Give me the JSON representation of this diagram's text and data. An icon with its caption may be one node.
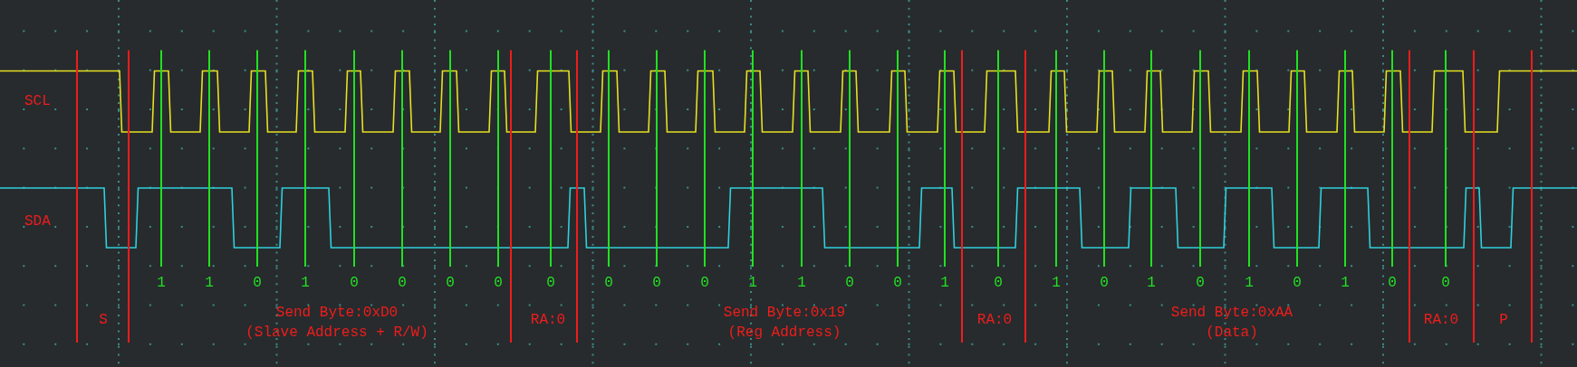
{
  "diagram": {
    "labels": [
      "SCL",
      "SDA",
      "1",
      "1",
      "0",
      "1",
      "0",
      "0",
      "0",
      "0",
      "0",
      "0",
      "0",
      "0",
      "1",
      "1",
      "0",
      "0",
      "1",
      "0",
      "1",
      "0",
      "1",
      "0",
      "1",
      "0",
      "1",
      "0",
      "0",
      "S",
      "Send Byte:0xD0",
      "(Slave Address + R/W)",
      "RA:0",
      "Send Byte:0x19",
      "(Reg Address)",
      "RA:0",
      "Send Byte:0xAA",
      "(Data)",
      "RA:0",
      "P"
    ]
  }
}
